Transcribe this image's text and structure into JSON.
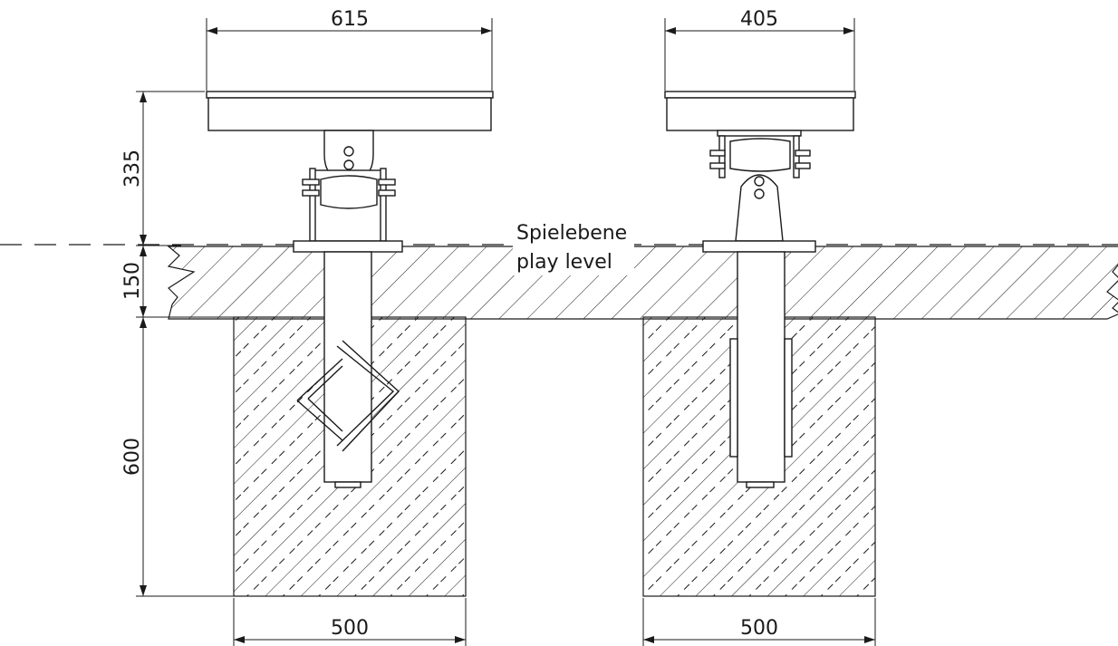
{
  "dimensions": {
    "width_left": "615",
    "width_right": "405",
    "height_seat": "335",
    "height_sleeve": "150",
    "height_foundation": "600",
    "foundation_left": "500",
    "foundation_right": "500"
  },
  "labels": {
    "level_de": "Spielebene",
    "level_en": "play level"
  }
}
